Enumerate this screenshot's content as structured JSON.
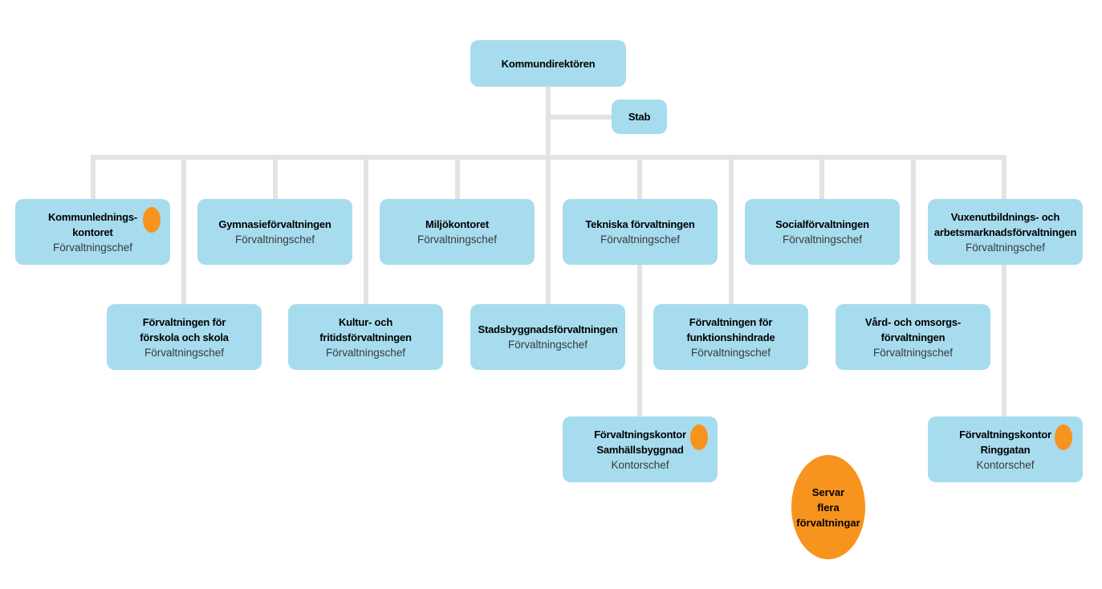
{
  "root": {
    "title": "Kommundirektören"
  },
  "staff": {
    "title": "Stab"
  },
  "top_row": [
    {
      "title": "Kommunlednings-\nkontoret",
      "subtitle": "Förvaltningschef"
    },
    {
      "title": "Gymnasieförvaltningen",
      "subtitle": "Förvaltningschef"
    },
    {
      "title": "Miljökontoret",
      "subtitle": "Förvaltningschef"
    },
    {
      "title": "Tekniska förvaltningen",
      "subtitle": "Förvaltningschef"
    },
    {
      "title": "Socialförvaltningen",
      "subtitle": "Förvaltningschef"
    },
    {
      "title": "Vuxenutbildnings- och\narbetsmarknadsförvaltningen",
      "subtitle": "Förvaltningschef"
    }
  ],
  "second_row": [
    {
      "title": "Förvaltningen för\nförskola och skola",
      "subtitle": "Förvaltningschef"
    },
    {
      "title": "Kultur- och fritidsförvaltningen",
      "subtitle": "Förvaltningschef"
    },
    {
      "title": "Stadsbyggnadsförvaltningen",
      "subtitle": "Förvaltningschef"
    },
    {
      "title": "Förvaltningen för\nfunktionshindrade",
      "subtitle": "Förvaltningschef"
    },
    {
      "title": "Vård- och omsorgs-\nförvaltningen",
      "subtitle": "Förvaltningschef"
    }
  ],
  "third_row": [
    {
      "title": "Förvaltningskontor\nSamhällsbyggnad",
      "subtitle": "Kontorschef"
    },
    {
      "title": "Förvaltningskontor\nRinggatan",
      "subtitle": "Kontorschef"
    }
  ],
  "legend": {
    "label": "Servar\nflera\nförvaltningar"
  },
  "colors": {
    "box": "#a7dcef",
    "line": "#e3e3e0",
    "marker": "#f7941d"
  }
}
